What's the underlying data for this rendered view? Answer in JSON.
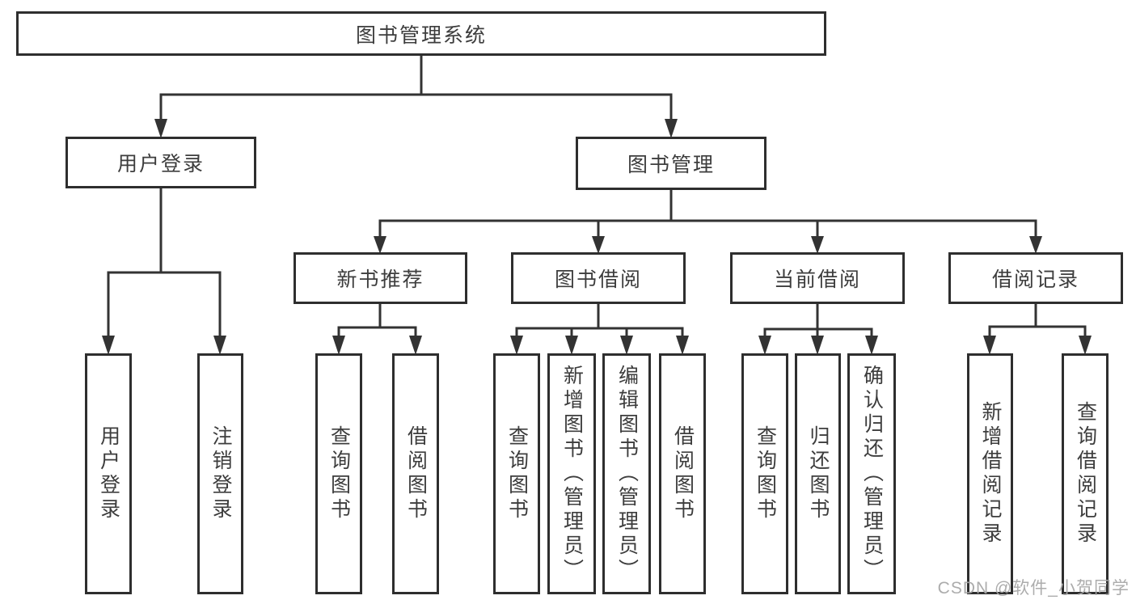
{
  "tree": {
    "root": {
      "label": "图书管理系统"
    },
    "branches": [
      {
        "label": "用户登录",
        "children": [
          {
            "label": "用户登录"
          },
          {
            "label": "注销登录"
          }
        ]
      },
      {
        "label": "图书管理",
        "children": [
          {
            "label": "新书推荐",
            "children": [
              {
                "label": "查询图书"
              },
              {
                "label": "借阅图书"
              }
            ]
          },
          {
            "label": "图书借阅",
            "children": [
              {
                "label": "查询图书"
              },
              {
                "label": "新增图书（管理员）"
              },
              {
                "label": "编辑图书（管理员）"
              },
              {
                "label": "借阅图书"
              }
            ]
          },
          {
            "label": "当前借阅",
            "children": [
              {
                "label": "查询图书"
              },
              {
                "label": "归还图书"
              },
              {
                "label": "确认归还（管理员）"
              }
            ]
          },
          {
            "label": "借阅记录",
            "children": [
              {
                "label": "新增借阅记录"
              },
              {
                "label": "查询借阅记录"
              }
            ]
          }
        ]
      }
    ]
  },
  "watermark": {
    "text": "CSDN @软件_小贺同学"
  },
  "colors": {
    "line": "#333333",
    "box_border": "#2e2e2e",
    "text": "#3d3d3d",
    "background": "#ffffff",
    "watermark": "#a8a8a8"
  }
}
